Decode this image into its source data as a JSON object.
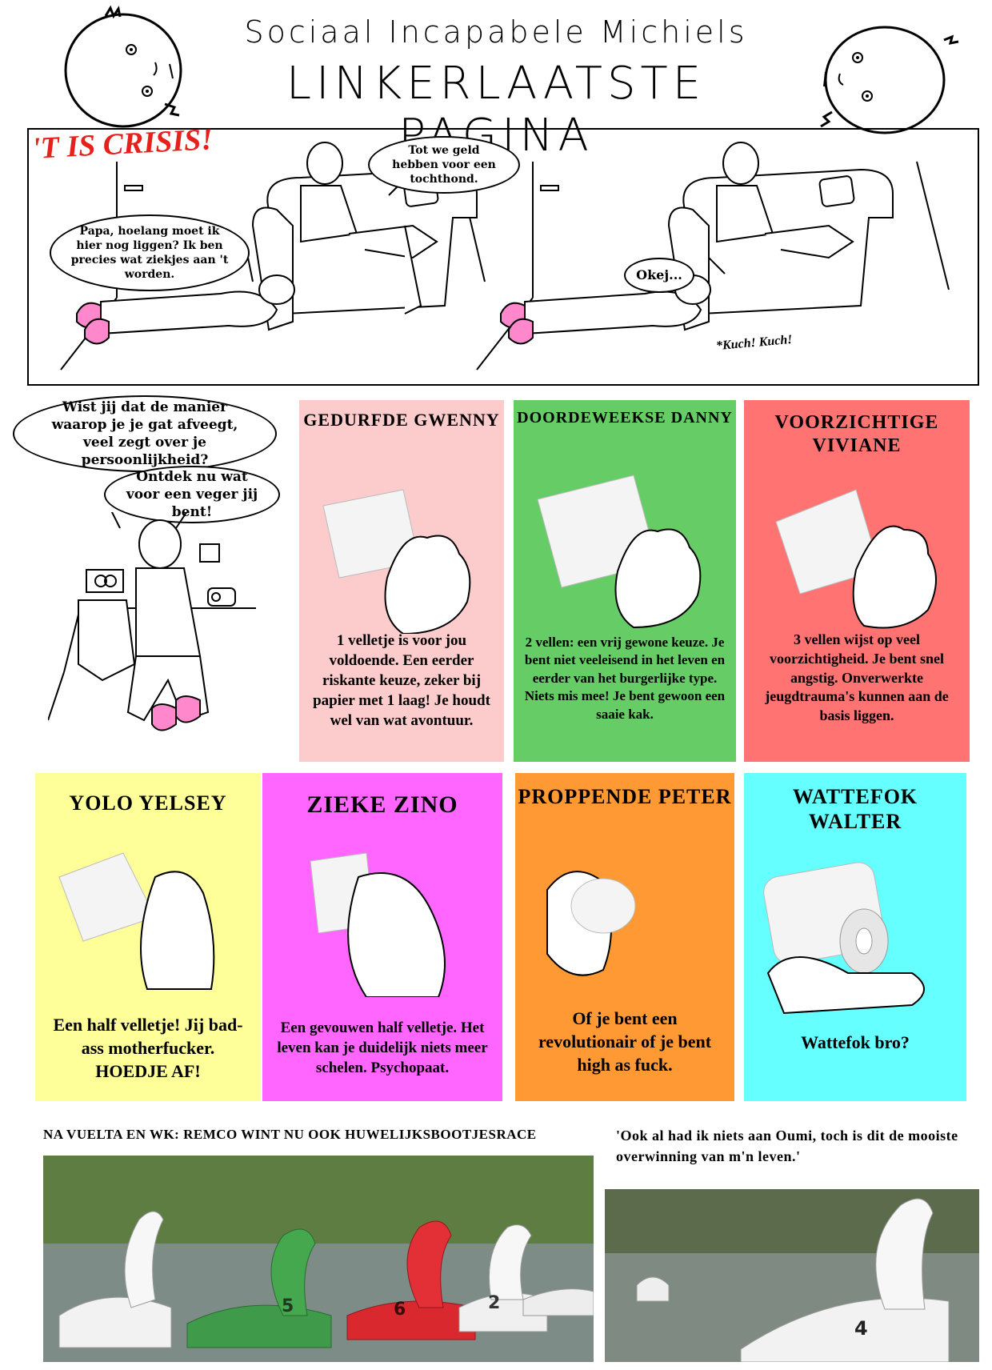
{
  "header": {
    "line1": "Sociaal Incapabele Michiels",
    "line2": "LINKERLAATSTE PAGINA"
  },
  "crisis": {
    "title": "'T IS CRISIS!",
    "bubble_child": "Papa, hoelang moet ik hier nog liggen? Ik ben precies wat ziekjes aan 't worden.",
    "bubble_father": "Tot we geld hebben voor een tochthond.",
    "bubble_okej": "Okej...",
    "cough": "*Kuch! Kuch!"
  },
  "intro": {
    "bubble1": "Wist jij dat de manier waarop je je gat afveegt, veel zegt over je persoonlijkheid?",
    "bubble2": "Ontdek nu wat voor een veger jij bent!"
  },
  "cards": [
    {
      "title": "GEDURFDE GWENNY",
      "text": "1 velletje is voor jou voldoende. Een eerder riskante keuze, zeker bij papier met 1 laag! Je houdt wel van wat avontuur.",
      "color": "#fccbcb"
    },
    {
      "title": "DOORDEWEEKSE DANNY",
      "text": "2 vellen: een vrij gewone keuze. Je bent niet veeleisend in het leven en eerder van het burgerlijke type. Niets mis mee! Je bent gewoon een saaie kak.",
      "color": "#66cc66"
    },
    {
      "title": "VOORZICHTIGE VIVIANE",
      "text": "3 vellen wijst op veel voorzichtigheid. Je bent snel angstig. Onverwerkte jeugdtrauma's kunnen aan de basis liggen.",
      "color": "#ff7373"
    },
    {
      "title": "YOLO YELSEY",
      "text": "Een half velletje! Jij bad-ass motherfucker. HOEDJE AF!",
      "color": "#ffff99"
    },
    {
      "title": "ZIEKE ZINO",
      "text": "Een gevouwen half velletje. Het leven kan je duidelijk niets meer schelen. Psychopaat.",
      "color": "#ff66ff"
    },
    {
      "title": "PROPPENDE PETER",
      "text": "Of je bent een revolutionair of je bent high as fuck.",
      "color": "#ff9933"
    },
    {
      "title": "WATTEFOK WALTER",
      "text": "Wattefok bro?",
      "color": "#66ffff"
    }
  ],
  "bottom": {
    "caption_left": "NA VUELTA EN WK: REMCO WINT NU OOK HUWELIJKSBOOTJESRACE",
    "caption_right": "'Ook al had ik niets aan Oumi, toch is dit de mooiste overwinning van m'n leven.'",
    "boat_numbers": [
      "5",
      "6",
      "2"
    ],
    "boat_number_right": "4"
  }
}
